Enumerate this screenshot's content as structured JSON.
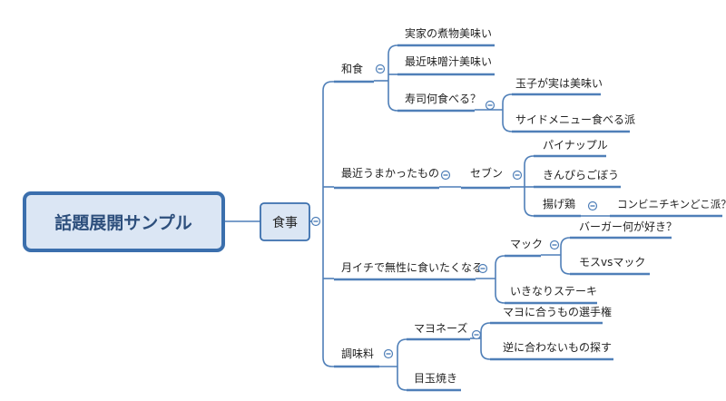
{
  "mindmap": {
    "central": "話題展開サンプル",
    "main": "食事",
    "groups": {
      "washoku": {
        "label": "和食",
        "children": {
          "nimono": "実家の煮物美味い",
          "misoshiru": "最近味噌汁美味い",
          "sushi": {
            "label": "寿司何食べる？",
            "children": {
              "tamago": "玉子が実は美味い",
              "side": "サイドメニュー食べる派"
            }
          }
        }
      },
      "recent": {
        "label": "最近うまかったもの",
        "children": {
          "seven": {
            "label": "セブン",
            "children": {
              "pineapple": "パイナップル",
              "kinpira": "きんぴらごぼう",
              "karaage": {
                "label": "揚げ鶏",
                "children": {
                  "conveni": "コンビニチキンどこ派？"
                }
              }
            }
          }
        }
      },
      "monthly": {
        "label": "月イチで無性に食いたくなる",
        "children": {
          "mac": {
            "label": "マック",
            "children": {
              "burger": "バーガー何が好き？",
              "mos": "モスvsマック"
            }
          },
          "ikinari": "いきなりステーキ"
        }
      },
      "seasoning": {
        "label": "調味料",
        "children": {
          "mayo": {
            "label": "マヨネーズ",
            "children": {
              "mayo_match": "マヨに合うもの選手権",
              "mayo_mismatch": "逆に合わないもの探す"
            }
          },
          "medama": "目玉焼き"
        }
      }
    }
  },
  "colors": {
    "accent": "#4f7fb8",
    "node_fill": "#dbe6f4",
    "node_border": "#3b6fad"
  }
}
